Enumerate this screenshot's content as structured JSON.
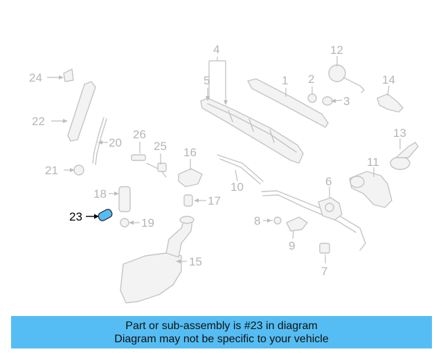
{
  "diagram": {
    "highlighted_part": "23",
    "highlight_color": "#55bdf3",
    "callouts": {
      "p1": "1",
      "p2": "2",
      "p3": "3",
      "p4": "4",
      "p5": "5",
      "p6": "6",
      "p7": "7",
      "p8": "8",
      "p9": "9",
      "p10": "10",
      "p11": "11",
      "p12": "12",
      "p13": "13",
      "p14": "14",
      "p15": "15",
      "p16": "16",
      "p17": "17",
      "p18": "18",
      "p19": "19",
      "p20": "20",
      "p21": "21",
      "p22": "22",
      "p23": "23",
      "p24": "24",
      "p25": "25",
      "p26": "26"
    }
  },
  "banner": {
    "line1": "Part or sub-assembly is #23 in diagram",
    "line2": "Diagram may not be specific to your vehicle",
    "color": "#55bdf3"
  }
}
